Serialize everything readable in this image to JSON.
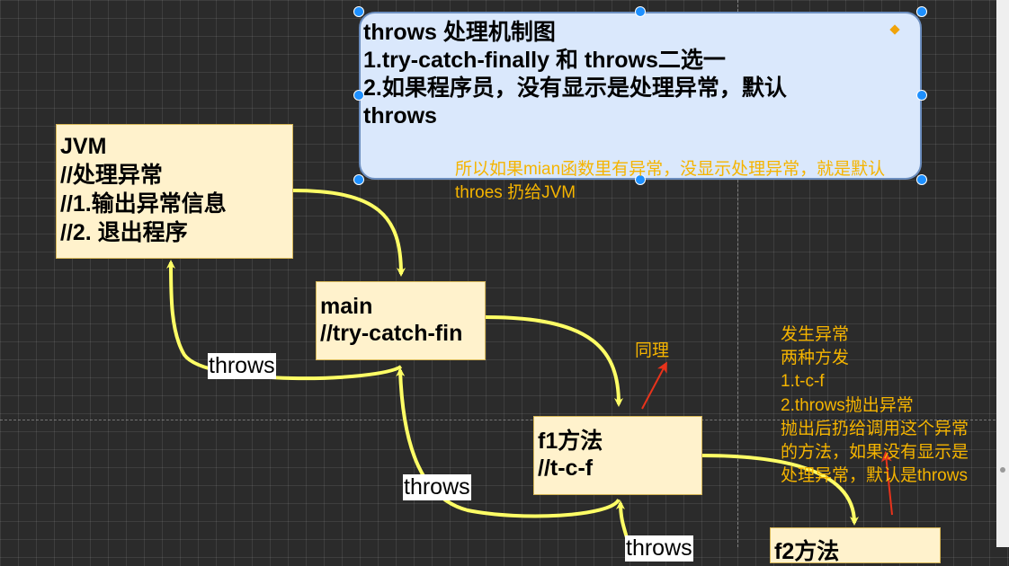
{
  "note": {
    "lines": [
      "throws 处理机制图",
      "1.try-catch-finally 和 throws二选一",
      "2.如果程序员，没有显示是处理异常，默认",
      "throws"
    ]
  },
  "orange_note": {
    "lines": [
      "所以如果mian函数里有异常，没显示处理异常，就是默认",
      "throes 扔给JVM"
    ]
  },
  "boxes": {
    "jvm": [
      "JVM",
      "//处理异常",
      "//1.输出异常信息",
      "//2. 退出程序"
    ],
    "main": [
      "main",
      "//try-catch-fin"
    ],
    "f1": [
      "f1方法",
      "//t-c-f"
    ],
    "f2": [
      "f2方法"
    ]
  },
  "edge_labels": {
    "main_to_jvm": "throws",
    "f1_to_main": "throws",
    "f2_to_f1": "throws"
  },
  "same_label": "同理",
  "exception_note": {
    "lines": [
      "发生异常",
      "两种方发",
      "1.t-c-f",
      "2.throws抛出异常",
      "抛出后扔给调用这个异常",
      "的方法，如果没有显示是",
      "处理异常，默认是throws"
    ]
  },
  "colors": {
    "arrow": "#ffff66",
    "annotation": "#f5b400",
    "red_arrow": "#e8331b"
  }
}
